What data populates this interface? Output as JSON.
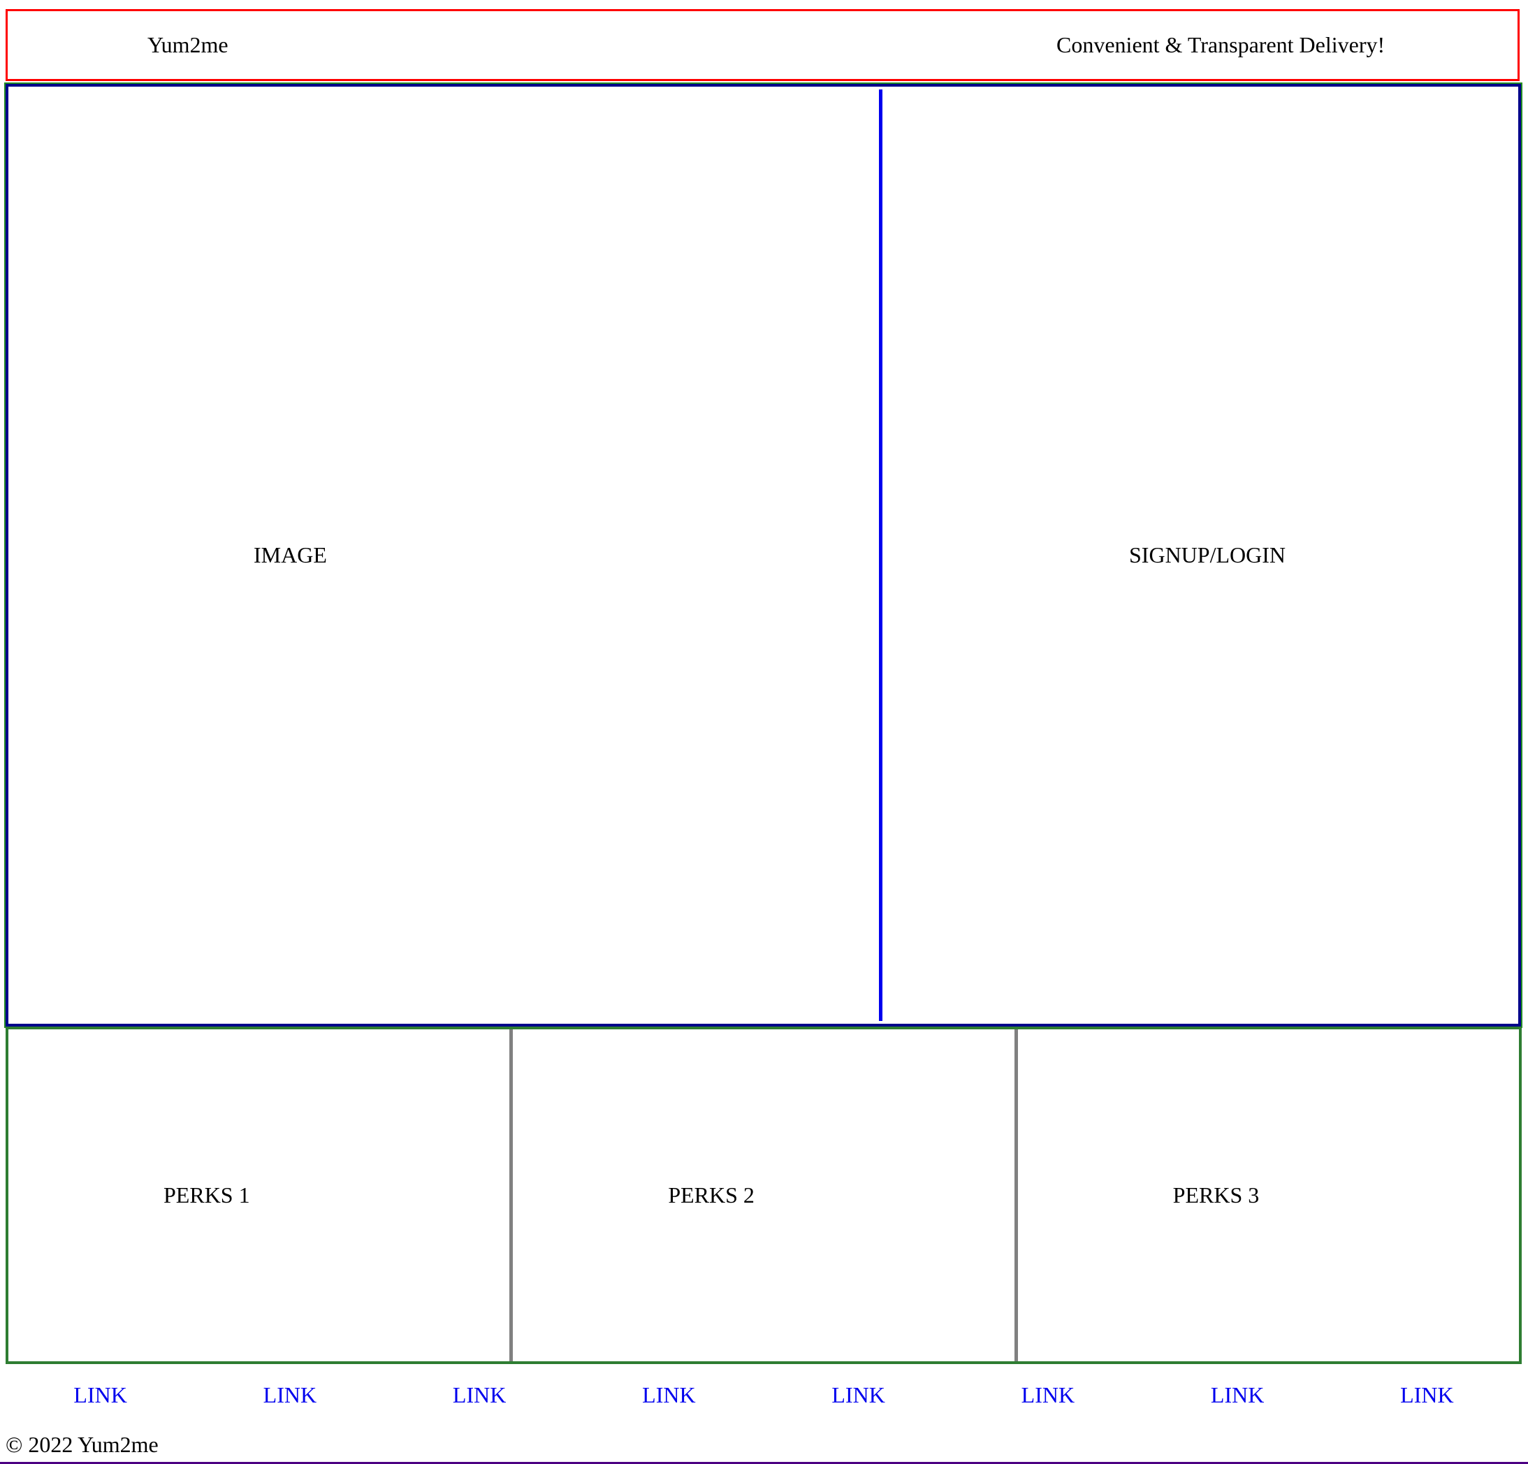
{
  "header": {
    "brand": "Yum2me",
    "tagline": "Convenient & Transparent Delivery!"
  },
  "hero": {
    "image_label": "IMAGE",
    "signup_label": "SIGNUP/LOGIN"
  },
  "perks": [
    {
      "label": "PERKS 1"
    },
    {
      "label": "PERKS 2"
    },
    {
      "label": "PERKS 3"
    }
  ],
  "links": [
    {
      "label": "LINK"
    },
    {
      "label": "LINK"
    },
    {
      "label": "LINK"
    },
    {
      "label": "LINK"
    },
    {
      "label": "LINK"
    },
    {
      "label": "LINK"
    },
    {
      "label": "LINK"
    },
    {
      "label": "LINK"
    }
  ],
  "footer": {
    "copyright": "© 2022 Yum2me"
  },
  "colors": {
    "header_border": "#ff0000",
    "hero_border": "#00008b",
    "hero_divider": "#0000ee",
    "perks_border": "#2e7d32",
    "perks_divider": "#808080",
    "link": "#0000ee"
  }
}
